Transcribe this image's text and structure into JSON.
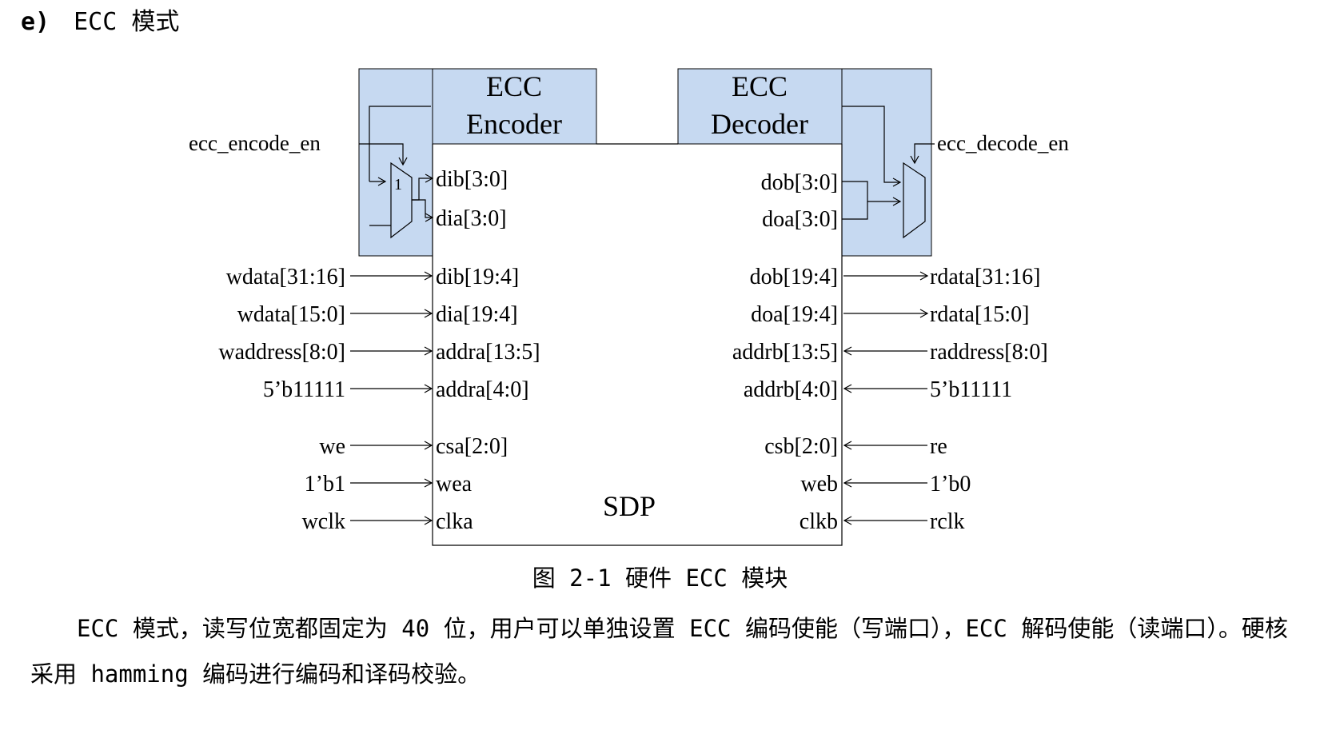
{
  "heading": {
    "number": "e)",
    "title": "ECC 模式"
  },
  "diagram": {
    "encoder_label": [
      "ECC",
      "Encoder"
    ],
    "decoder_label": [
      "ECC",
      "Decoder"
    ],
    "sdp_label": "SDP",
    "mux_label": "1",
    "encode_enable": "ecc_encode_en",
    "decode_enable": "ecc_decode_en",
    "left_ports": [
      {
        "signal": "wdata[31:16]",
        "port": "dib[19:4]"
      },
      {
        "signal": "wdata[15:0]",
        "port": "dia[19:4]"
      },
      {
        "signal": "waddress[8:0]",
        "port": "addra[13:5]"
      },
      {
        "signal": "5’b11111",
        "port": "addra[4:0]"
      },
      {
        "signal": "we",
        "port": "csa[2:0]"
      },
      {
        "signal": "1’b1",
        "port": "wea"
      },
      {
        "signal": "wclk",
        "port": "clka"
      }
    ],
    "right_ports": [
      {
        "port": "dob[19:4]",
        "signal": "rdata[31:16]"
      },
      {
        "port": "doa[19:4]",
        "signal": "rdata[15:0]"
      },
      {
        "port": "addrb[13:5]",
        "signal": "raddress[8:0]"
      },
      {
        "port": "addrb[4:0]",
        "signal": "5’b11111"
      },
      {
        "port": "csb[2:0]",
        "signal": "re"
      },
      {
        "port": "web",
        "signal": "1’b0"
      },
      {
        "port": "clkb",
        "signal": "rclk"
      }
    ],
    "left_ecc_ports": [
      "dib[3:0]",
      "dia[3:0]"
    ],
    "right_ecc_ports": [
      "dob[3:0]",
      "doa[3:0]"
    ],
    "colors": {
      "ecc_fill": "#c6d9f1",
      "line": "#000000"
    }
  },
  "caption": "图 2-1 硬件 ECC 模块",
  "paragraph": "ECC 模式，读写位宽都固定为 40 位，用户可以单独设置 ECC 编码使能（写端口），ECC 解码使能（读端口）。硬核采用 hamming 编码进行编码和译码校验。"
}
